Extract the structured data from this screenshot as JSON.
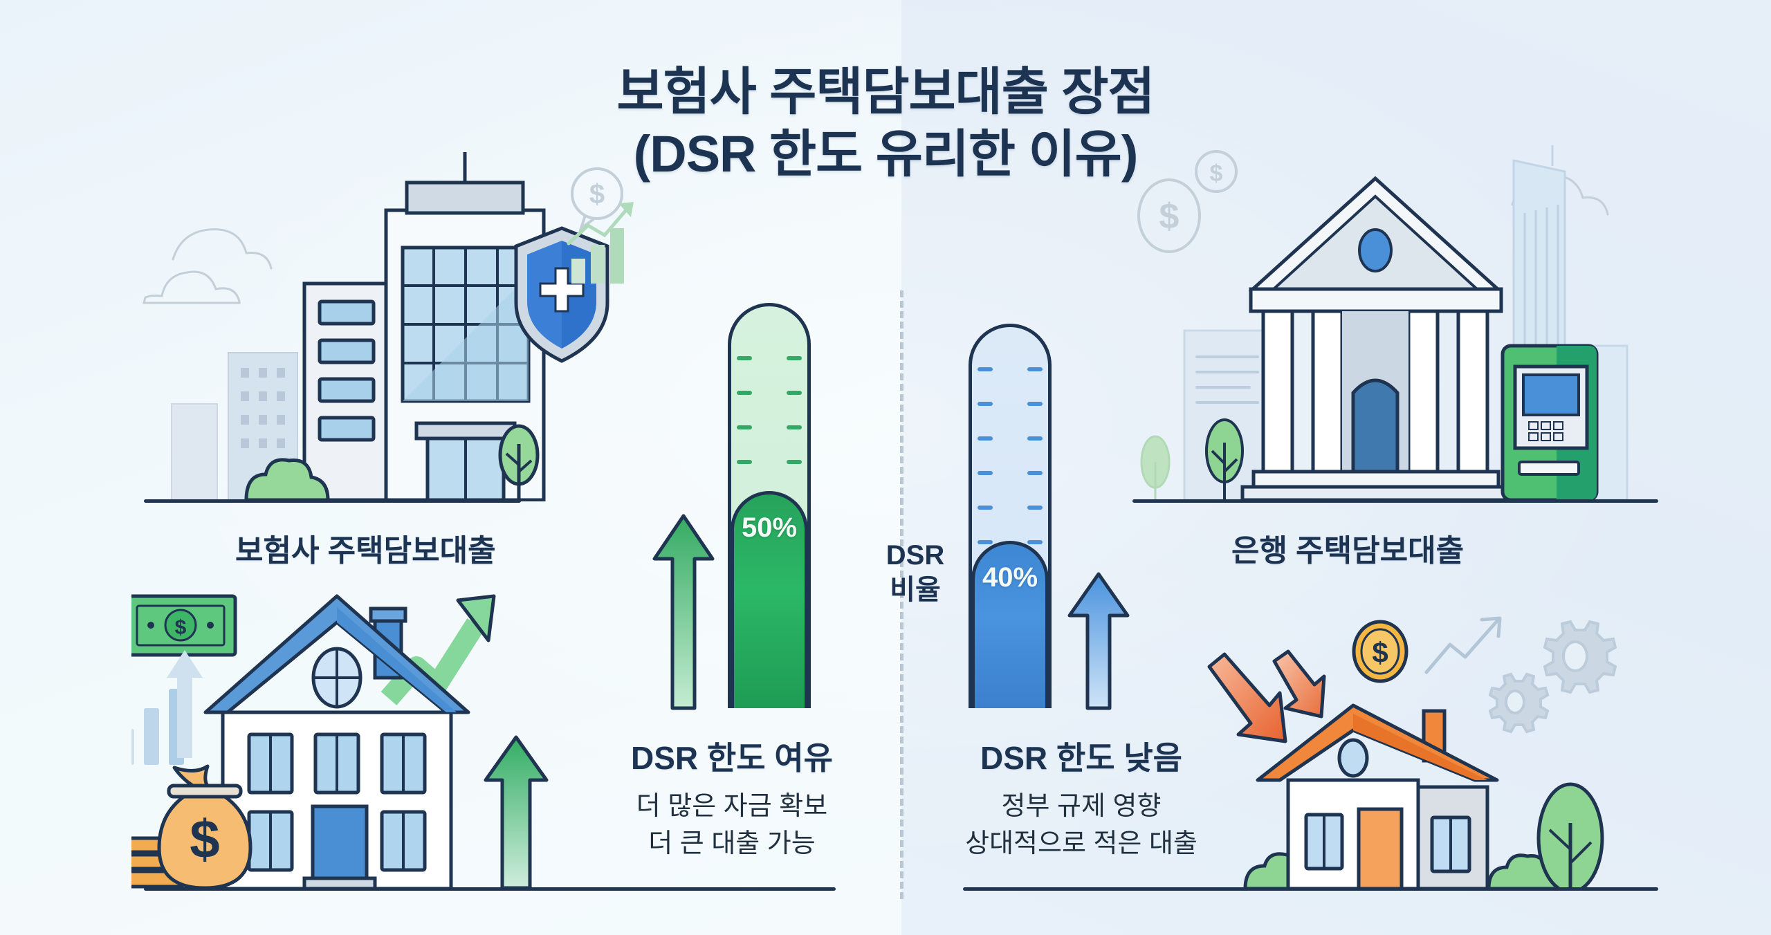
{
  "title": {
    "line1": "보험사 주택담보대출 장점",
    "line2": "(DSR 한도 유리한 이유)"
  },
  "left_panel": {
    "caption": "보험사 주택담보대출",
    "benefit": {
      "headline": "DSR 한도 여유",
      "sub_line1": "더 많은 자금 확보",
      "sub_line2": "더 큰 대출 가능"
    },
    "icons": {
      "building": "insurance-building-icon",
      "shield": "shield-cross-icon",
      "speech_dollar": "dollar-speech-bubble-icon",
      "bar_chart": "bar-chart-growth-icon",
      "tree": "tree-icon",
      "bush": "bush-icon",
      "cloud": "cloud-icon",
      "house": "two-story-house-icon",
      "money_bag": "money-bag-icon",
      "banknote": "banknote-icon",
      "coins": "coin-stack-icon",
      "arrow_up_green": "green-up-arrow-icon",
      "zigzag_arrow": "zigzag-growth-arrow-icon"
    }
  },
  "right_panel": {
    "caption": "은행 주택담보대출",
    "benefit": {
      "headline": "DSR 한도 낮음",
      "sub_line1": "정부 규제 영향",
      "sub_line2": "상대적으로 적은 대출"
    },
    "icons": {
      "bank": "bank-building-icon",
      "atm": "atm-machine-icon",
      "coin_large": "dollar-coin-icon",
      "coin_small": "dollar-coin-small-icon",
      "skyscraper": "skyscraper-icon",
      "tree": "tree-icon",
      "house": "single-story-house-icon",
      "down_arrows": "red-down-arrow-icon",
      "gear_large": "gear-icon",
      "gear_small": "gear-small-icon",
      "trend_arrow": "trend-line-arrow-icon",
      "gold_coin": "gold-dollar-coin-icon"
    }
  },
  "center": {
    "dsr_label_line1": "DSR",
    "dsr_label_line2": "비율"
  },
  "chart_data": {
    "type": "bar",
    "title": "보험사 주택담보대출 장점 (DSR 한도 유리한 이유)",
    "categories": [
      "보험사 주택담보대출",
      "은행 주택담보대출"
    ],
    "values": [
      50,
      40
    ],
    "value_labels": [
      "50%",
      "40%"
    ],
    "ylabel": "DSR 비율",
    "xlabel": "",
    "ylim": [
      0,
      100
    ],
    "unit": "%",
    "series": [
      {
        "name": "DSR 비율",
        "values": [
          50,
          40
        ],
        "colors": [
          "#2bb866",
          "#4a93de"
        ]
      }
    ],
    "annotations": [
      "DSR 한도 여유 · 더 많은 자금 확보 · 더 큰 대출 가능",
      "DSR 한도 낮음 · 정부 규제 영향 · 상대적으로 적은 대출"
    ],
    "legend_position": "none",
    "grid": false
  },
  "colors": {
    "title_navy": "#1d3352",
    "green_accent": "#2bb866",
    "blue_accent": "#4a93de",
    "orange_accent": "#f0873a",
    "outline_navy": "#1f3450",
    "bg_left": "#f2f9fc",
    "bg_right": "#e4edf7"
  }
}
